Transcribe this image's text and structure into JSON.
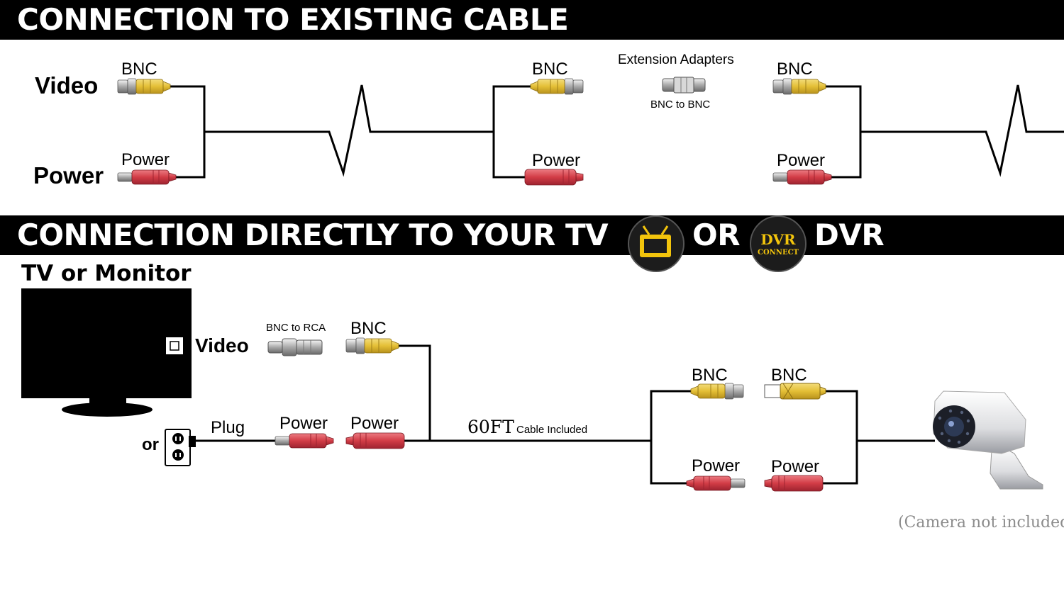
{
  "section1": {
    "title": "CONNECTION TO EXISTING CABLE",
    "video_label": "Video",
    "power_label": "Power",
    "bnc_labels": [
      "BNC",
      "BNC",
      "BNC"
    ],
    "power_labels": [
      "Power",
      "Power",
      "Power"
    ],
    "adapter_title": "Extension Adapters",
    "adapter_caption": "BNC to BNC"
  },
  "section2": {
    "title_part1": "CONNECTION DIRECTLY TO YOUR TV",
    "title_or": "OR",
    "title_part2": "DVR",
    "dvr_badge_top": "DVR",
    "dvr_badge_bottom": "CONNECT",
    "tv_label": "TV or Monitor",
    "video_label": "Video",
    "bnc_to_rca": "BNC to RCA",
    "or_label": "or",
    "plug_label": "Plug",
    "bnc_labels": [
      "BNC",
      "BNC",
      "BNC"
    ],
    "power_labels": [
      "Power",
      "Power",
      "Power",
      "Power"
    ],
    "cable_length": "60FT",
    "cable_note": "Cable Included",
    "camera_note": "(Camera not included)"
  },
  "colors": {
    "banner": "#000000",
    "bnc_yellow": "#e8c640",
    "power_red": "#d6404a",
    "wire": "#000000"
  }
}
